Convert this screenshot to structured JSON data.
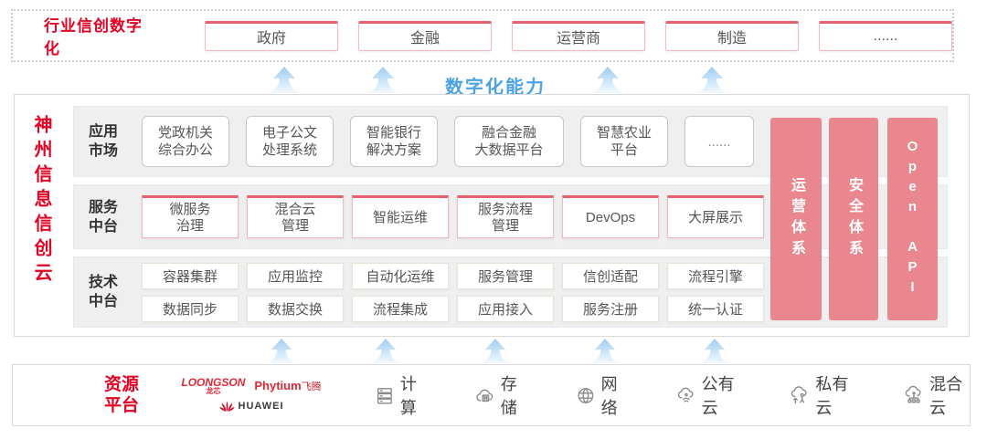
{
  "top": {
    "title": "行业信创数字化",
    "industries": [
      "政府",
      "金融",
      "运营商",
      "制造",
      "......"
    ]
  },
  "capability_label": "数字化能力",
  "main": {
    "vertical_title": "神州信息信创云",
    "app_row": {
      "label": "应用\n市场",
      "items": [
        "党政机关\n综合办公",
        "电子公文\n处理系统",
        "智能银行\n解决方案",
        "融合金融\n大数据平台",
        "智慧农业\n平台",
        "......"
      ]
    },
    "service_row": {
      "label": "服务\n中台",
      "items": [
        "微服务\n治理",
        "混合云\n管理",
        "智能运维",
        "服务流程\n管理",
        "DevOps",
        "大屏展示"
      ]
    },
    "tech_row": {
      "label": "技术\n中台",
      "row1": [
        "容器集群",
        "应用监控",
        "自动化运维",
        "服务管理",
        "信创适配",
        "流程引擎"
      ],
      "row2": [
        "数据同步",
        "数据交换",
        "流程集成",
        "应用接入",
        "服务注册",
        "统一认证"
      ]
    },
    "side_bars": [
      "运营体系",
      "安全体系",
      "Open API"
    ]
  },
  "resource": {
    "label": "资源\n平台",
    "logos": {
      "loongson": "LOONGSON",
      "loongson_sub": "龙芯",
      "phytium": "Phytium",
      "phytium_sub": "飞腾",
      "huawei": "HUAWEI"
    },
    "items": [
      {
        "icon": "compute-icon",
        "label": "计算"
      },
      {
        "icon": "storage-icon",
        "label": "存储"
      },
      {
        "icon": "network-icon",
        "label": "网络"
      },
      {
        "icon": "public-cloud-icon",
        "label": "公有云"
      },
      {
        "icon": "private-cloud-icon",
        "label": "私有云"
      },
      {
        "icon": "hybrid-cloud-icon",
        "label": "混合云"
      }
    ]
  },
  "colors": {
    "brand_red": "#e60021",
    "bar_pink": "#e9868e",
    "capability_blue": "#4ba3e6",
    "arrow_blue": "#a9d4f3",
    "panel_gray": "#efefef"
  }
}
